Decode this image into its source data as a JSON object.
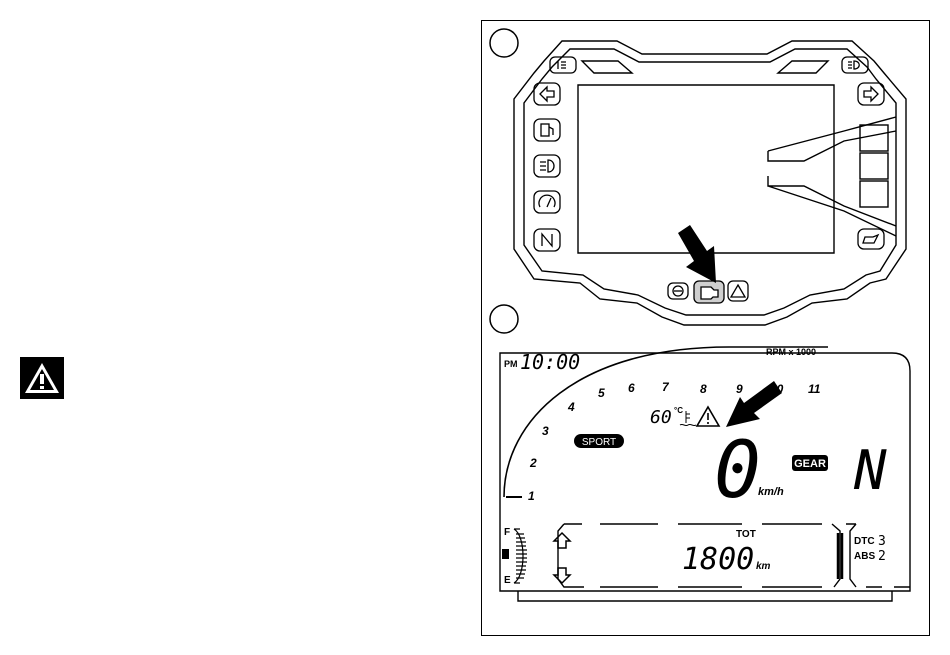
{
  "dashboard": {
    "clock": "10:00",
    "clock_period": "PM",
    "rpm_label": "RPM x 1000",
    "rpm_ticks": [
      "2",
      "3",
      "4",
      "5",
      "6",
      "7",
      "8",
      "9",
      "10",
      "11"
    ],
    "tach_low": "1",
    "temperature": "60",
    "temperature_unit": "°C",
    "mode": "SPORT",
    "speed": "0",
    "speed_unit": "km/h",
    "gear_label": "GEAR",
    "gear": "N",
    "odometer_label": "TOT",
    "odometer": "1800",
    "odometer_unit": "km",
    "dtc_label": "DTC",
    "dtc_value": "3",
    "abs_label": "ABS",
    "abs_value": "2",
    "fuel_full": "F",
    "fuel_empty": "E"
  },
  "icons": {
    "top_left_indicator": "rear-fog-light-icon",
    "top_right_indicator": "front-fog-light-icon",
    "left_column": [
      "turn-left-icon",
      "fuel-reserve-icon",
      "high-beam-icon",
      "speed-warning-icon",
      "neutral-icon"
    ],
    "right_column": [
      "turn-right-icon",
      "oil-pressure-icon"
    ],
    "bottom_row": [
      "abs-icon",
      "engine-check-icon",
      "general-warning-icon"
    ]
  },
  "colors": {
    "ink": "#000000",
    "paper": "#ffffff"
  }
}
